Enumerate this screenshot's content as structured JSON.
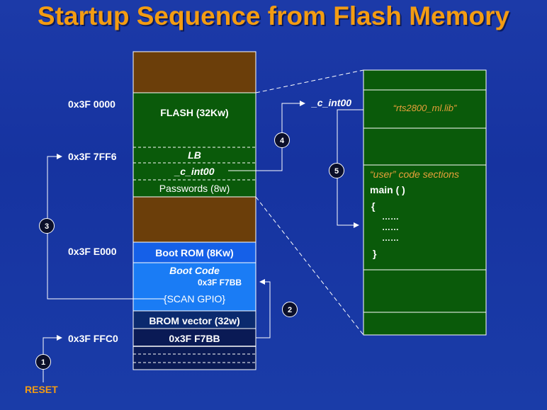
{
  "title": "Startup Sequence from Flash Memory",
  "addresses": {
    "flash_start": "0x3F 0000",
    "lb": "0x3F 7FF6",
    "boot_rom": "0x3F E000",
    "brom_vector": "0x3F FFC0"
  },
  "memory": {
    "flash": "FLASH (32Kw)",
    "lb": "LB",
    "c_int00": "_c_int00",
    "passwords": "Passwords (8w)",
    "boot_rom": "Boot ROM (8Kw)",
    "boot_code": "Boot Code",
    "boot_code_addr": "0x3F F7BB",
    "scan_gpio": "{SCAN GPIO}",
    "brom_vector": "BROM vector (32w)",
    "vector_value": "0x3F F7BB"
  },
  "code": {
    "c_int00_label": "_c_int00",
    "lib": "“rts2800_ml.lib”",
    "user_sections": "“user” code sections",
    "main": "main ( )",
    "open_brace": "{",
    "dots1": "……",
    "dots2": "……",
    "dots3": "……",
    "close_brace": "}"
  },
  "steps": [
    "1",
    "2",
    "3",
    "4",
    "5"
  ],
  "reset": "RESET",
  "colors": {
    "background": "#1a3aa6",
    "title": "#f39c12",
    "flash": "#0a5a0a",
    "reserved": "#6b3e0a",
    "boot_rom": "#1560e8",
    "vector": "#0a1a55"
  }
}
